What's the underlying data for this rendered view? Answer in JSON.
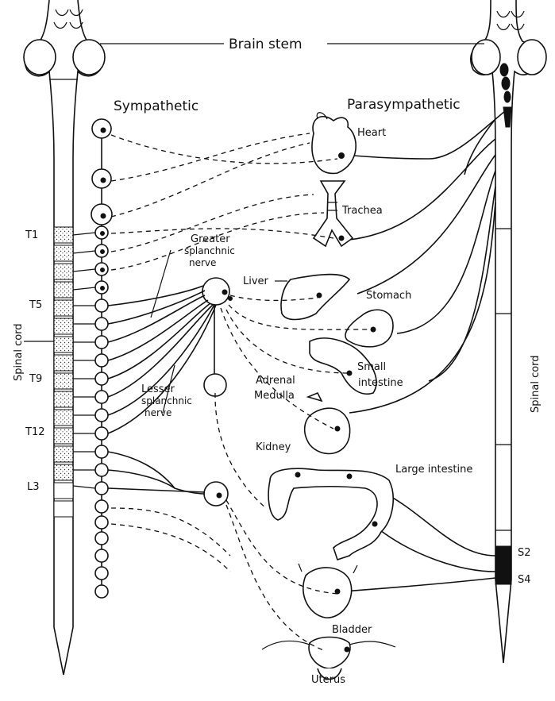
{
  "labels": {
    "brain_stem": "Brain stem",
    "sympathetic": "Sympathetic",
    "parasympathetic": "Parasympathetic",
    "spinal_cord_left": "Spinal cord",
    "spinal_cord_right": "Spinal cord",
    "greater_splanchnic": [
      "Greater",
      "splanchnic",
      "nerve"
    ],
    "lesser_splanchnic": [
      "Lesser",
      "splanchnic",
      "nerve"
    ]
  },
  "segments": {
    "t1": "T1",
    "t5": "T5",
    "t9": "T9",
    "t12": "T12",
    "l3": "L3",
    "s2": "S2",
    "s4": "S4"
  },
  "organs": {
    "heart": "Heart",
    "trachea": "Trachea",
    "liver": "Liver",
    "stomach": "Stomach",
    "small_intestine": [
      "Small",
      "intestine"
    ],
    "adrenal_medulla": [
      "Adrenal",
      "Medulla"
    ],
    "kidney": "Kidney",
    "large_intestine": "Large intestine",
    "bladder": "Bladder",
    "uterus": "Uterus"
  }
}
